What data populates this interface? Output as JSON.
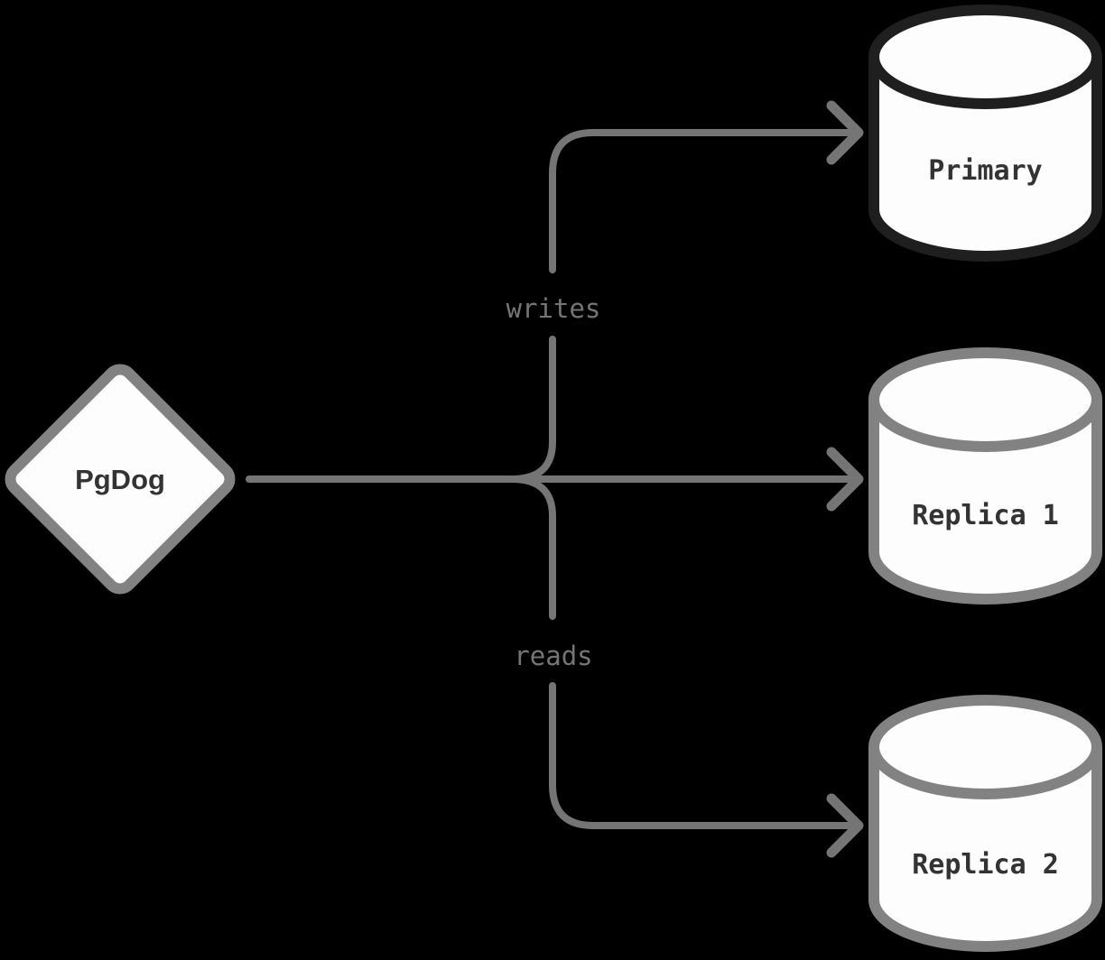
{
  "diagram": {
    "background_color": "#000000",
    "edge_color": "#757575",
    "node_fill": "#fdfdfd",
    "node_label_color": "#333333",
    "edge_label_color": "#757575",
    "router": {
      "label": "PgDog",
      "shape": "diamond",
      "stroke": "#828282"
    },
    "databases": [
      {
        "label": "Primary",
        "shape": "cylinder",
        "stroke": "#1f1f1f"
      },
      {
        "label": "Replica 1",
        "shape": "cylinder",
        "stroke": "#828282"
      },
      {
        "label": "Replica 2",
        "shape": "cylinder",
        "stroke": "#828282"
      }
    ],
    "edges": [
      {
        "from": "PgDog",
        "to": "Primary",
        "label": "writes"
      },
      {
        "from": "PgDog",
        "to": "Replica 1",
        "label": ""
      },
      {
        "from": "PgDog",
        "to": "Replica 2",
        "label": "reads"
      }
    ]
  }
}
